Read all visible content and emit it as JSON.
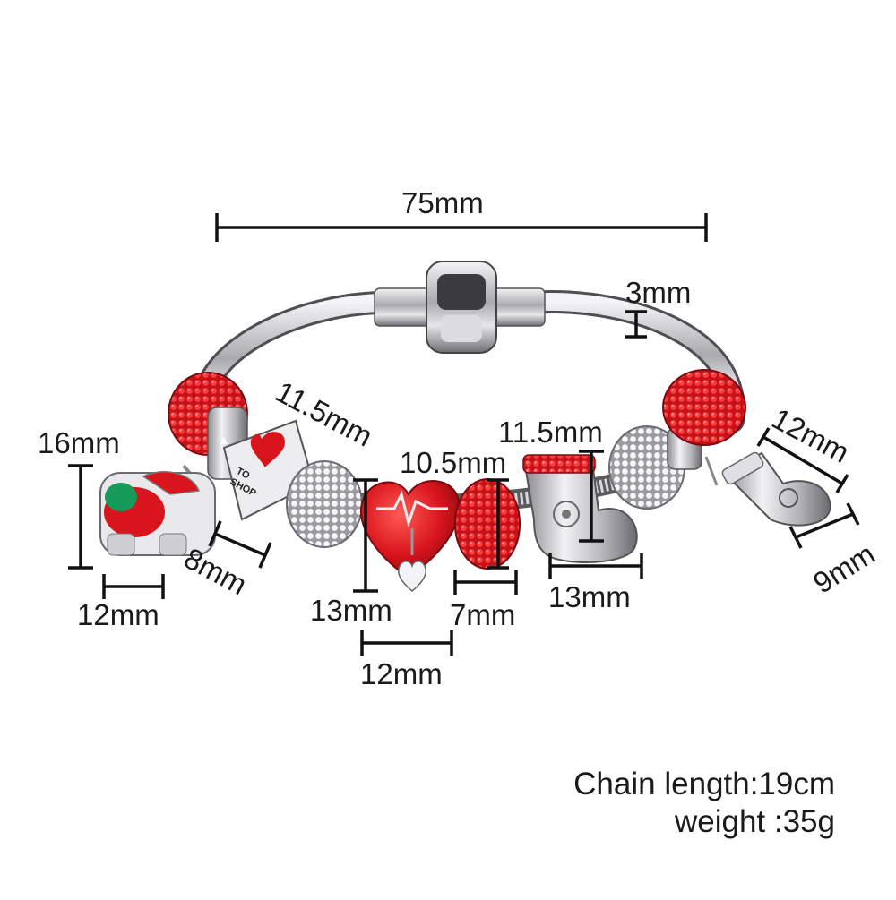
{
  "dimensions": {
    "bracelet_width": "75mm",
    "chain_thickness": "3mm",
    "santa_height": "16mm",
    "santa_width": "12mm",
    "shop_charm_thickness": "8mm",
    "shop_charm_length": "11.5mm",
    "heart_charm_length": "10.5mm",
    "heart_charm_height": "13mm",
    "heart_charm_width": "12mm",
    "red_bead_width": "7mm",
    "boot_height": "11.5mm",
    "boot_width": "13mm",
    "stocking_length": "12mm",
    "stocking_width": "9mm"
  },
  "charm_text": {
    "shop_line1": "TO",
    "shop_line2": "SHOP"
  },
  "specs": {
    "chain_length": "Chain length:19cm",
    "weight": "weight :35g"
  },
  "colors": {
    "red": "#d8141c",
    "silver": "#c8c8cc",
    "green": "#169a5a"
  }
}
